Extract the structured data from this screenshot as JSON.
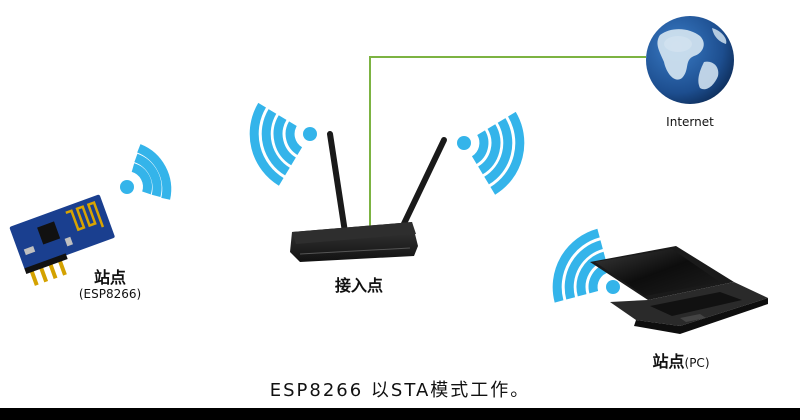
{
  "labels": {
    "internet": "Internet",
    "esp_station": "站点",
    "esp_model": "(ESP8266)",
    "access_point": "接入点",
    "pc_station": "站点",
    "pc_suffix": "(PC)"
  },
  "caption": "ESP8266 以STA模式工作。",
  "colors": {
    "wifi": "#34b4ea",
    "cable": "#7cb342",
    "router_body": "#1c1c1c",
    "board": "#1a3f8f",
    "globe_ocean": "#1d4e8f",
    "globe_land": "#cfe0ee",
    "bottom_bar": "#000000"
  },
  "icons": [
    "wifi-signal-icon",
    "router-icon",
    "globe-icon",
    "laptop-icon",
    "esp8266-module-icon"
  ]
}
